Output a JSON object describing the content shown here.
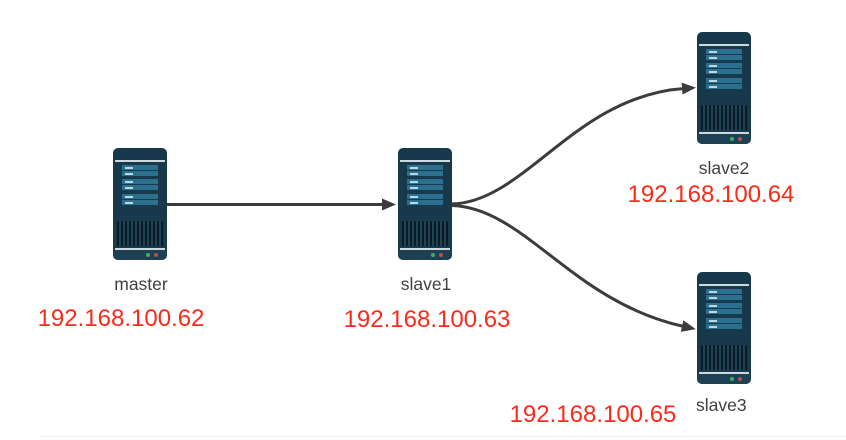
{
  "diagram": {
    "type": "replication-topology",
    "nodes": [
      {
        "id": "master",
        "label": "master",
        "ip": "192.168.100.62",
        "icon": "server-icon"
      },
      {
        "id": "slave1",
        "label": "slave1",
        "ip": "192.168.100.63",
        "icon": "server-icon"
      },
      {
        "id": "slave2",
        "label": "slave2",
        "ip": "192.168.100.64",
        "icon": "server-icon"
      },
      {
        "id": "slave3",
        "label": "slave3",
        "ip": "192.168.100.65",
        "icon": "server-icon"
      }
    ],
    "edges": [
      {
        "from": "master",
        "to": "slave1",
        "style": "straight-arrow"
      },
      {
        "from": "slave1",
        "to": "slave2",
        "style": "curved-arrow"
      },
      {
        "from": "slave1",
        "to": "slave3",
        "style": "curved-arrow"
      }
    ],
    "colors": {
      "ip_text": "#fa2b1b",
      "label_text": "#3f3f3f",
      "arrow": "#3c3c3c",
      "server_body": "#17394b",
      "server_cap": "#1d4153",
      "server_bar": "#2c7090",
      "server_bar_dash": "#b9d8e2",
      "server_separator": "#cdd9de",
      "server_vent_dark": "#0a1b25",
      "server_vent_light": "#204457",
      "led_green": "#3fae62",
      "led_red": "#c04a52"
    }
  }
}
